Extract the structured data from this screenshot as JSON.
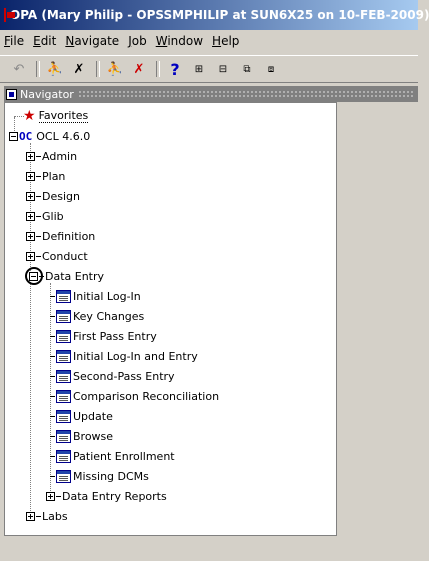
{
  "window": {
    "title": "OPA (Mary Philip - OPSSMPHILIP at SUN6X25 on 10-FEB-2009)"
  },
  "menubar": {
    "items": [
      "File",
      "Edit",
      "Navigate",
      "Job",
      "Window",
      "Help"
    ]
  },
  "toolbar": {
    "icons": [
      "undo-icon",
      "run-icon",
      "run-stop-icon",
      "run-red-icon",
      "stop-red-icon",
      "help-icon",
      "expand-icon",
      "collapse-icon",
      "expand-all-icon",
      "collapse-all-icon"
    ]
  },
  "navigator": {
    "title": "Navigator"
  },
  "tree": {
    "favorites": "Favorites",
    "root": {
      "label": "OCL 4.6.0",
      "icon": "OC"
    },
    "level1": [
      "Admin",
      "Plan",
      "Design",
      "Glib",
      "Definition",
      "Conduct"
    ],
    "data_entry": "Data Entry",
    "data_entry_items": [
      "Initial Log-In",
      "Key Changes",
      "First Pass Entry",
      "Initial Log-In and Entry",
      "Second-Pass Entry",
      "Comparison Reconciliation",
      "Update",
      "Browse",
      "Patient Enrollment",
      "Missing DCMs"
    ],
    "data_entry_reports": "Data Entry Reports",
    "labs": "Labs"
  }
}
